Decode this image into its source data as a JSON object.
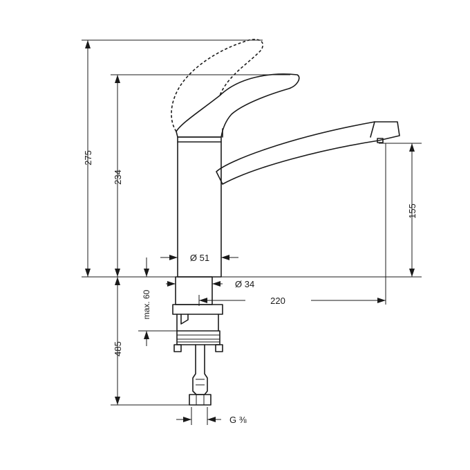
{
  "dimensions": {
    "total_height": "275",
    "lever_height": "234",
    "spout_height": "155",
    "below_deck_length": "485",
    "max_deck_thickness": "max. 60",
    "body_diameter": "Ø 51",
    "base_diameter": "Ø 34",
    "spout_reach": "220",
    "connection_thread": "G ⅜"
  }
}
